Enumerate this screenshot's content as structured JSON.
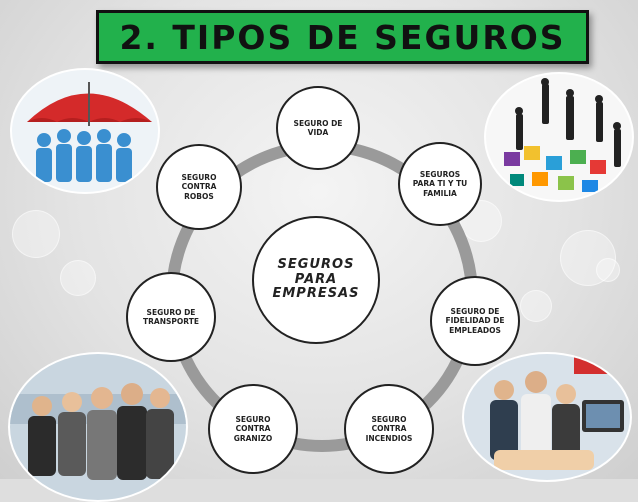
{
  "title": "2. TIPOS DE SEGUROS",
  "center_label": "SEGUROS\nPARA\nEMPRESAS",
  "nodes": [
    "SEGURO DE\nVIDA",
    "SEGUROS\nPARA TI Y TU\nFAMILIA",
    "SEGURO DE\nFIDELIDAD DE\nEMPLEADOS",
    "SEGURO\nCONTRA\nINCENDIOS",
    "SEGURO\nCONTRA\nGRANIZO",
    "SEGURO DE\nTRANSPORTE",
    "SEGURO\nCONTRA\nROBOS"
  ],
  "colors": {
    "title_bg": "#22b14c",
    "ring": "#9a9a9a",
    "umbrella": "#d42a2a",
    "people": "#3a8fd0"
  },
  "images": [
    "umbrella-people-photo",
    "puzzle-people-photo",
    "office-team-photo",
    "business-meeting-photo"
  ]
}
